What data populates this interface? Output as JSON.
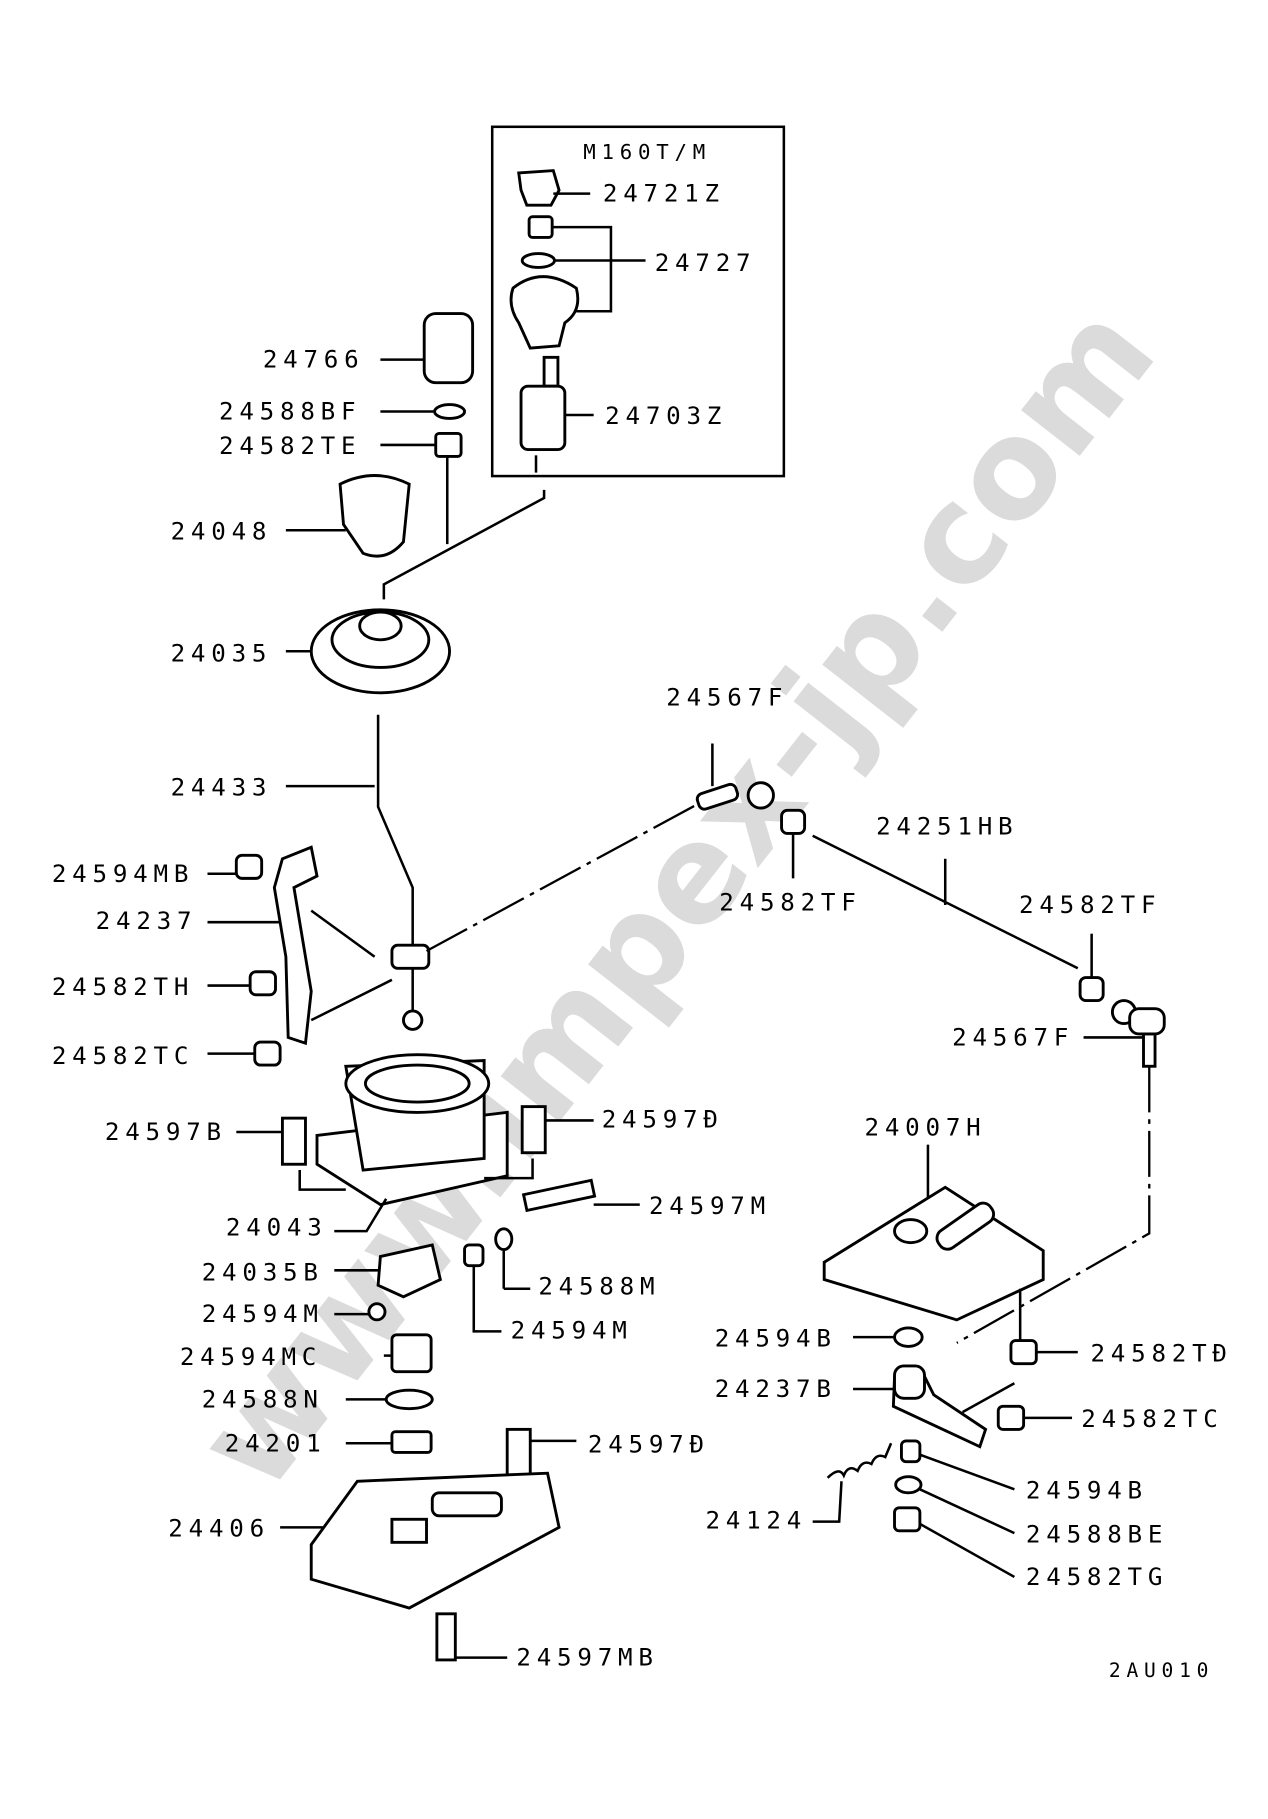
{
  "diagram": {
    "inset_title": "M160T/M",
    "drawing_code": "2AU010",
    "watermark": "www.impex-jp.com",
    "parts": {
      "p24721Z": "24721Z",
      "p24727": "24727",
      "p24703Z": "24703Z",
      "p24766": "24766",
      "p24588BF": "24588BF",
      "p24582TE": "24582TE",
      "p24048": "24048",
      "p24035": "24035",
      "p24433": "24433",
      "p24567F_top": "24567F",
      "p24251HB": "24251HB",
      "p24582TF_a": "24582TF",
      "p24582TF_b": "24582TF",
      "p24567F_right": "24567F",
      "p24594MB": "24594MB",
      "p24237": "24237",
      "p24582TH": "24582TH",
      "p24582TC_left": "24582TC",
      "p24597B": "24597B",
      "p24597D_a": "24597Đ",
      "p24007H": "24007H",
      "p24043": "24043",
      "p24597M": "24597M",
      "p24035B": "24035B",
      "p24588M": "24588M",
      "p24594M_a": "24594M",
      "p24594M_b": "24594M",
      "p24594MC": "24594MC",
      "p24588N": "24588N",
      "p24201": "24201",
      "p24597D_b": "24597Đ",
      "p24406": "24406",
      "p24597MB": "24597MB",
      "p24594B_a": "24594B",
      "p24582TD": "24582TĐ",
      "p24237B": "24237B",
      "p24582TC_right": "24582TC",
      "p24594B_b": "24594B",
      "p24124": "24124",
      "p24588BE": "24588BE",
      "p24582TG": "24582TG"
    }
  }
}
